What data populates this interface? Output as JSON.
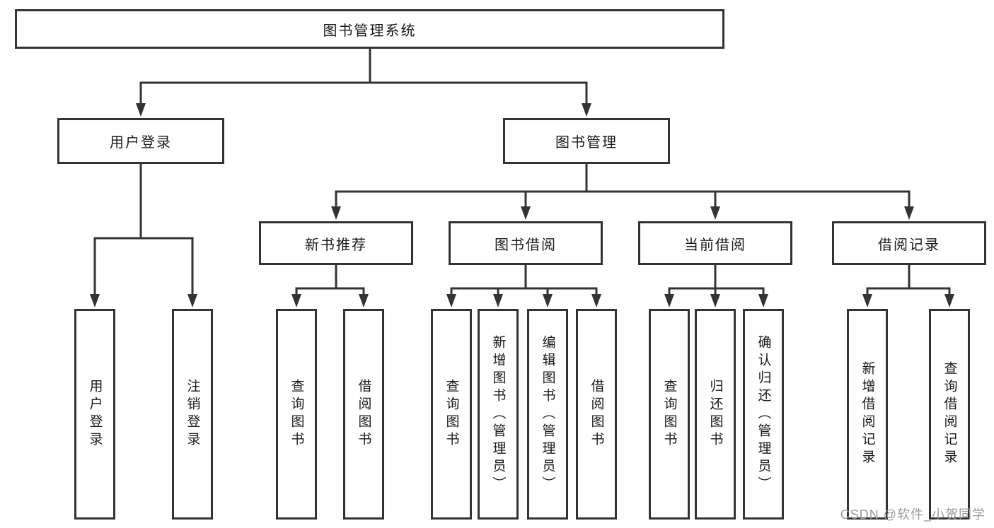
{
  "title": {
    "label": "图书管理系统"
  },
  "level2": [
    {
      "label": "用户登录"
    },
    {
      "label": "图书管理"
    }
  ],
  "level3": [
    {
      "label": "新书推荐"
    },
    {
      "label": "图书借阅"
    },
    {
      "label": "当前借阅"
    },
    {
      "label": "借阅记录"
    }
  ],
  "leaves": [
    {
      "label": "用户登录"
    },
    {
      "label": "注销登录"
    },
    {
      "label": "查询图书"
    },
    {
      "label": "借阅图书"
    },
    {
      "label": "查询图书"
    },
    {
      "label": "新增图书（管理员）"
    },
    {
      "label": "编辑图书（管理员）"
    },
    {
      "label": "借阅图书"
    },
    {
      "label": "查询图书"
    },
    {
      "label": "归还图书"
    },
    {
      "label": "确认归还（管理员）"
    },
    {
      "label": "新增借阅记录"
    },
    {
      "label": "查询借阅记录"
    }
  ],
  "watermark": {
    "text": "CSDN @软件_小贺同学"
  },
  "colors": {
    "line": "#333333",
    "text": "#1a1a1a",
    "watermark": "#9b9b9b",
    "background": "#ffffff",
    "box_background": "#ffffff"
  }
}
